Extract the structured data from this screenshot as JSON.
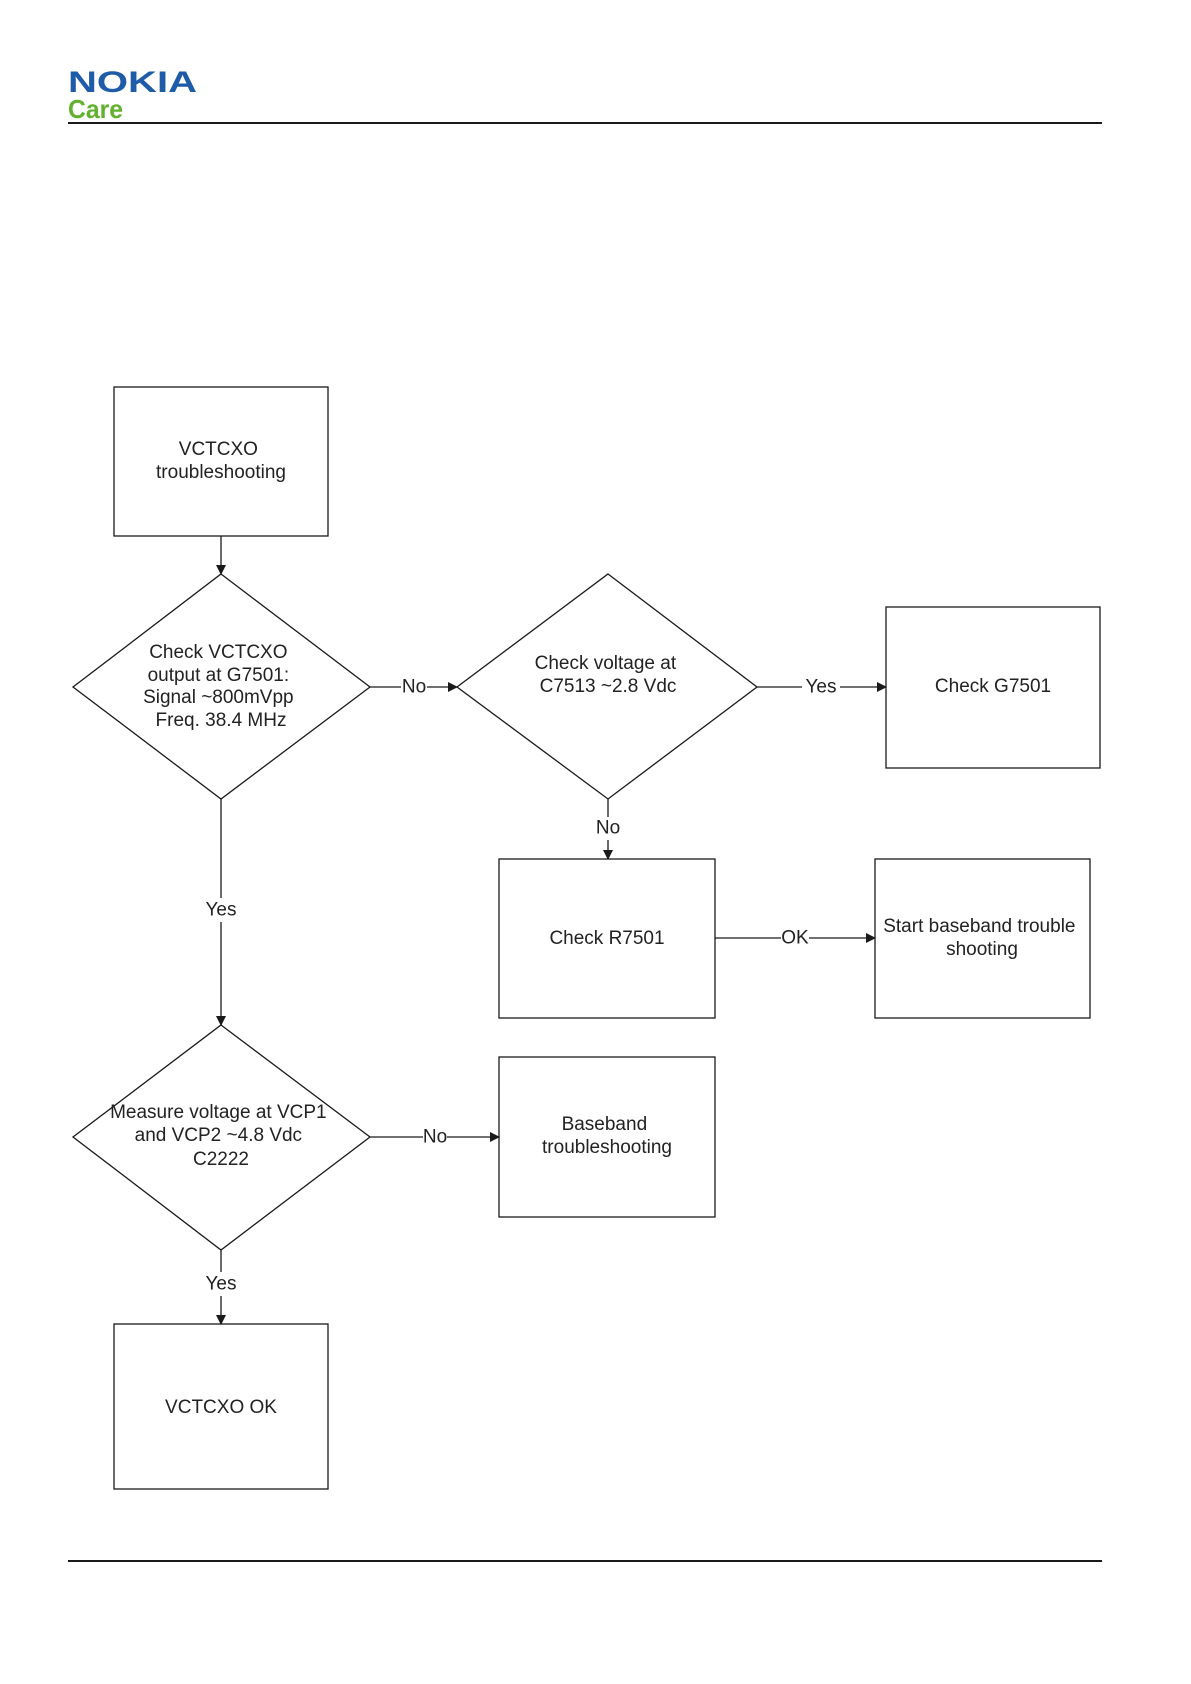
{
  "header": {
    "brand": "NOKIA",
    "sub_brand": "Care",
    "colors": {
      "brand_blue": "#1e5ba8",
      "sub_brand_green": "#62b12f"
    }
  },
  "flowchart": {
    "nodes": {
      "start": {
        "lines": [
          "VCTCXO",
          "troubleshooting"
        ]
      },
      "check_output": {
        "lines": [
          "Check VCTCXO",
          "output at G7501:",
          "Signal ~800mVpp",
          "Freq. 38.4 MHz"
        ]
      },
      "check_voltage": {
        "lines": [
          "Check voltage at",
          "C7513 ~2.8 Vdc"
        ]
      },
      "check_g7501": {
        "lines": [
          "Check G7501"
        ]
      },
      "check_r7501": {
        "lines": [
          "Check R7501"
        ]
      },
      "start_baseband": {
        "lines": [
          "Start baseband trouble",
          "shooting"
        ]
      },
      "measure_vcp": {
        "lines": [
          "Measure voltage at VCP1",
          "and VCP2 ~4.8 Vdc",
          "C2222"
        ]
      },
      "baseband": {
        "lines": [
          "Baseband",
          "troubleshooting"
        ]
      },
      "vctcxo_ok": {
        "lines": [
          "VCTCXO OK"
        ]
      }
    },
    "edge_labels": {
      "output_to_voltage": "No",
      "voltage_to_g7501": "Yes",
      "voltage_to_r7501": "No",
      "r7501_to_baseband": "OK",
      "output_to_measure": "Yes",
      "measure_to_baseband": "No",
      "measure_to_ok": "Yes"
    }
  }
}
